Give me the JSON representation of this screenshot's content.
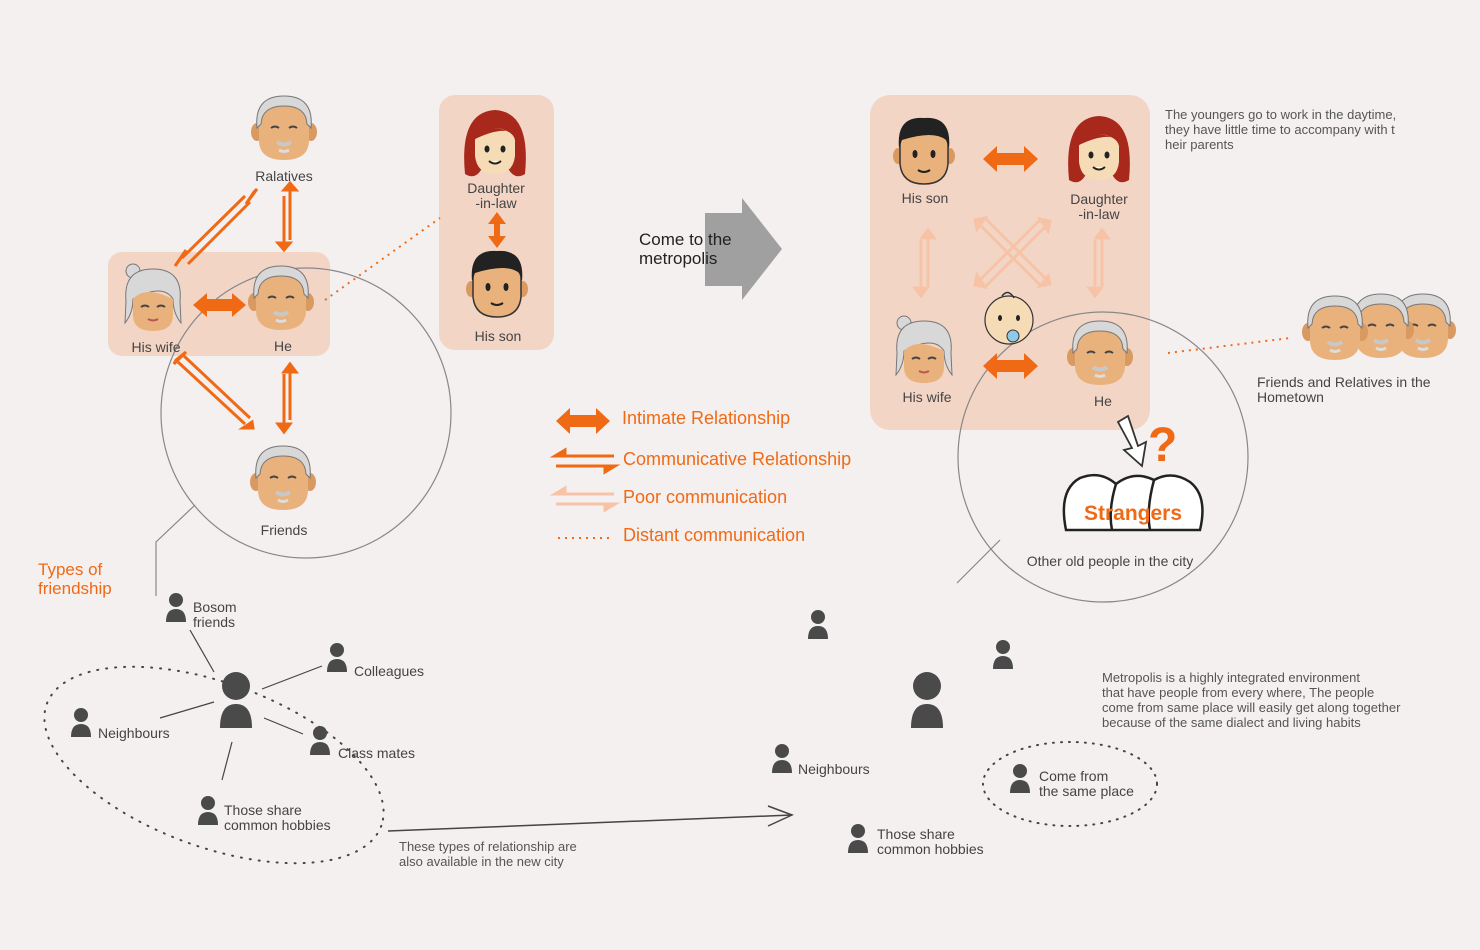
{
  "left_family": {
    "relatives": "Ralatives",
    "his_wife": "His wife",
    "he": "He",
    "friends": "Friends",
    "daughter_in_law": "Daughter\n-in-law",
    "his_son": "His son"
  },
  "transition": {
    "label": "Come to the\nmetropolis"
  },
  "legend": {
    "intimate": "Intimate Relationship",
    "communicative": "Communicative Relationship",
    "poor": "Poor communication",
    "distant": "Distant communication"
  },
  "right_family": {
    "his_son": "His son",
    "daughter_in_law": "Daughter\n-in-law",
    "his_wife": "His wife",
    "he": "He",
    "note": "The youngers go to work in the daytime,\nthey have little time to accompany with t\nheir parents",
    "hometown": "Friends and Relatives in the\nHometown",
    "strangers": "Strangers",
    "question": "?",
    "other_old": "Other old people in the city"
  },
  "friendship": {
    "title": "Types of\nfriendship",
    "bosom": "Bosom\nfriends",
    "colleagues": "Colleagues",
    "neighbours": "Neighbours",
    "classmates": "Class mates",
    "hobbies": "Those share\ncommon hobbies",
    "note": "These types of relationship are\nalso available in the new city"
  },
  "metropolis": {
    "neighbours": "Neighbours",
    "hobbies": "Those share\ncommon hobbies",
    "same_place": "Come from\nthe same place",
    "note": "Metropolis is a highly integrated environment\nthat have people from every where, The people\ncome from same place will easily get along together\nbecause of the same dialect and living habits"
  },
  "colors": {
    "accent": "#f06a16",
    "pale": "#f3d5c6",
    "pale_arrow": "#f7c3a6",
    "skin": "#e9b27c",
    "person": "#4a4a4a",
    "gray_arrow": "#a0a0a0"
  }
}
